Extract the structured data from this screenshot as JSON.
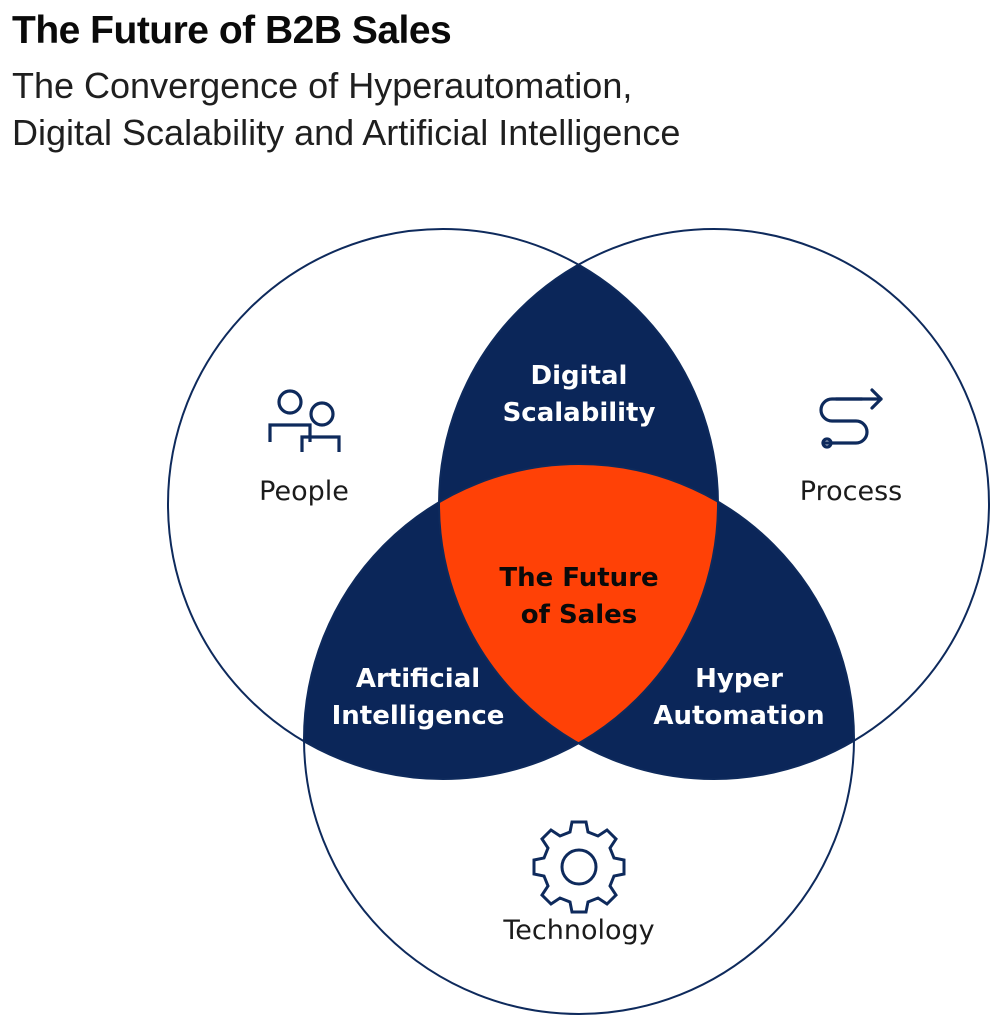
{
  "header": {
    "title": "The Future of B2B Sales",
    "subtitle_line1": "The Convergence of Hyperautomation,",
    "subtitle_line2": "Digital Scalability and Artificial Intelligence"
  },
  "diagram": {
    "circles": [
      {
        "id": "people",
        "label": "People",
        "icon": "people-icon"
      },
      {
        "id": "process",
        "label": "Process",
        "icon": "process-flow-icon"
      },
      {
        "id": "technology",
        "label": "Technology",
        "icon": "gear-icon"
      }
    ],
    "intersections": {
      "people_process": {
        "line1": "Digital",
        "line2": "Scalability"
      },
      "people_technology": {
        "line1": "Artificial",
        "line2": "Intelligence"
      },
      "process_technology": {
        "line1": "Hyper",
        "line2": "Automation"
      },
      "center": {
        "line1": "The Future",
        "line2": "of Sales"
      }
    },
    "colors": {
      "outline": "#0e2a5c",
      "navy": "#0b2659",
      "orange": "#ff4106",
      "icon": "#0e2a5c"
    }
  }
}
